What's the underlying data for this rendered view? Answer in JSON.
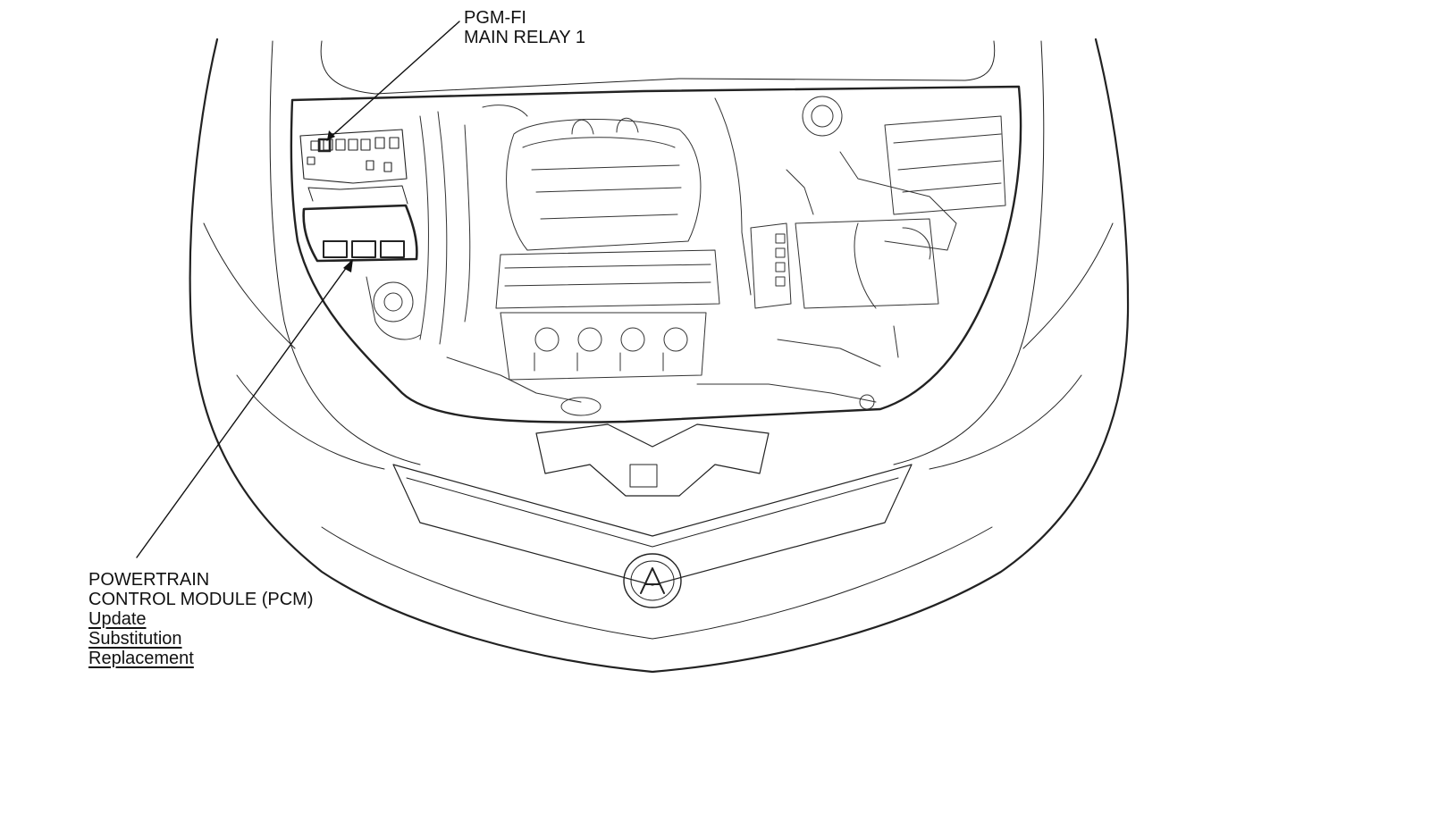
{
  "callouts": {
    "main_relay": {
      "line1": "PGM-FI",
      "line2": "MAIN RELAY 1"
    },
    "pcm": {
      "line1": "POWERTRAIN",
      "line2": "CONTROL MODULE (PCM)",
      "links": {
        "update": "Update",
        "substitution": "Substitution",
        "replacement": "Replacement"
      }
    }
  },
  "colors": {
    "line": "#222222",
    "light_line": "#555555",
    "background": "#ffffff"
  }
}
